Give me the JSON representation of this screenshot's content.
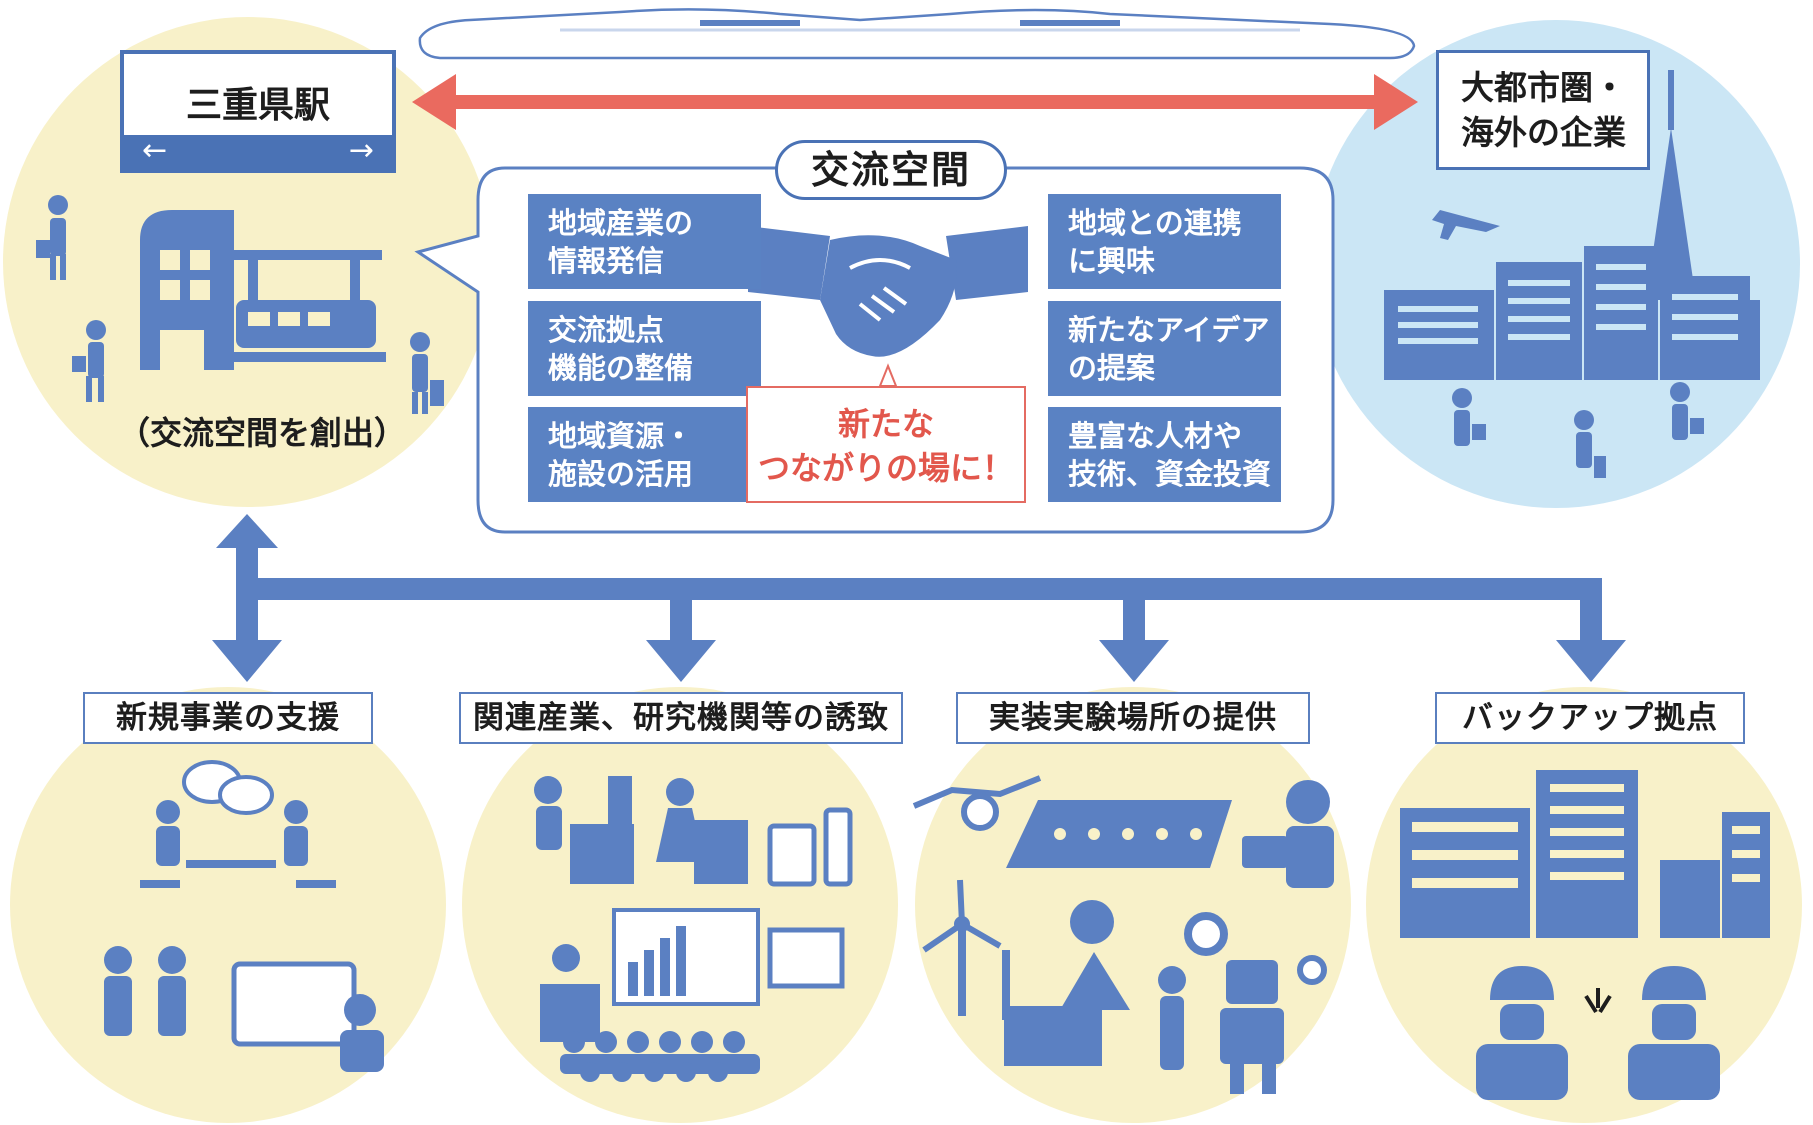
{
  "station": {
    "name": "三重県駅",
    "arrow_left": "←",
    "arrow_right": "→"
  },
  "station_caption": "（交流空間を創出）",
  "city_label": {
    "line1": "大都市圏・",
    "line2": "海外の企業"
  },
  "exchange": {
    "title": "交流空間",
    "left_boxes": [
      {
        "line1": "地域産業の",
        "line2": "情報発信"
      },
      {
        "line1": "交流拠点",
        "line2": "機能の整備"
      },
      {
        "line1": "地域資源・",
        "line2": "施設の活用"
      }
    ],
    "right_boxes": [
      {
        "line1": "地域との連携",
        "line2": "に興味"
      },
      {
        "line1": "新たなアイデア",
        "line2": "の提案"
      },
      {
        "line1": "豊富な人材や",
        "line2": "技術、資金投資"
      }
    ],
    "center": {
      "line1": "新たな",
      "line2": "つながりの場に！"
    }
  },
  "bottom_labels": [
    "新規事業の支援",
    "関連産業、研究機関等の誘致",
    "実装実験場所の提供",
    "バックアップ拠点"
  ],
  "colors": {
    "yellow_circle": "#f8f1c9",
    "blue_circle": "#cbe6f5",
    "accent_blue": "#5a82c3",
    "icon_blue": "#5b80c2",
    "red_arrow": "#ea6a5f"
  }
}
